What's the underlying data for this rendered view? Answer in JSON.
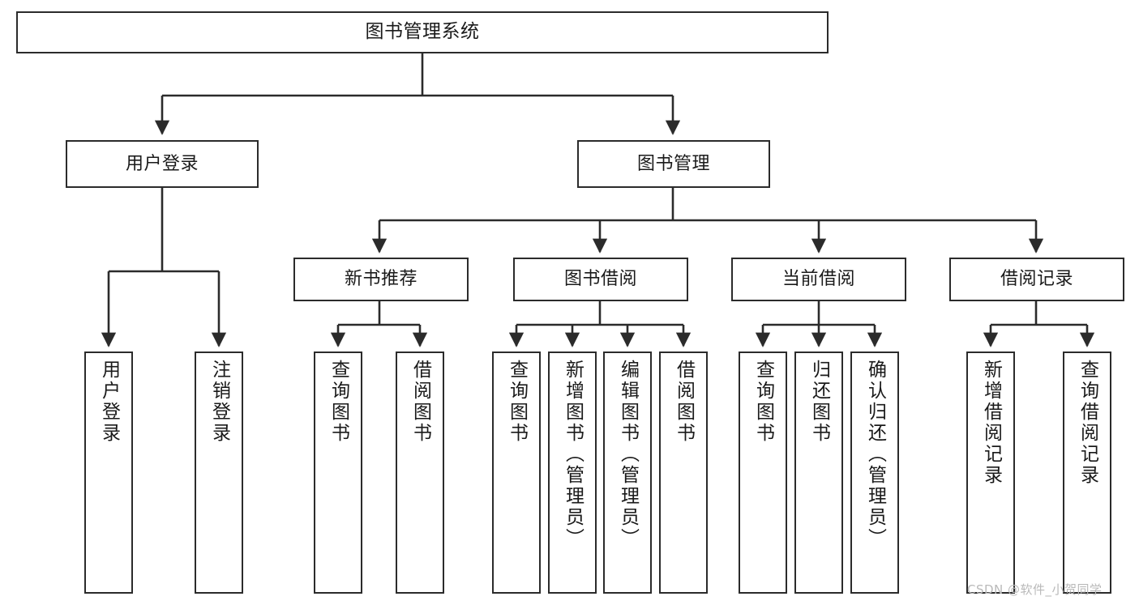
{
  "diagram": {
    "type": "tree-hierarchy-chart",
    "title_text": "图书管理系统",
    "orientation": "top-down",
    "colors": {
      "box_border": "#2b2b2b",
      "box_fill": "#ffffff",
      "connector": "#2b2b2b",
      "text": "#1a1a1a",
      "background": "#ffffff",
      "watermark": "#b9b9b9"
    }
  },
  "root": {
    "label": "图书管理系统"
  },
  "level1": [
    {
      "label": "用户登录"
    },
    {
      "label": "图书管理"
    }
  ],
  "level2": [
    {
      "label": "新书推荐"
    },
    {
      "label": "图书借阅"
    },
    {
      "label": "当前借阅"
    },
    {
      "label": "借阅记录"
    }
  ],
  "leaves": {
    "user_login": [
      {
        "label": "用户登录"
      },
      {
        "label": "注销登录"
      }
    ],
    "new_book_recommend": [
      {
        "label": "查询图书"
      },
      {
        "label": "借阅图书"
      }
    ],
    "book_borrow": [
      {
        "label": "查询图书"
      },
      {
        "label": "新增图书（管理员）"
      },
      {
        "label": "编辑图书（管理员）"
      },
      {
        "label": "借阅图书"
      }
    ],
    "current_borrow": [
      {
        "label": "查询图书"
      },
      {
        "label": "归还图书"
      },
      {
        "label": "确认归还（管理员）"
      }
    ],
    "borrow_record": [
      {
        "label": "新增借阅记录"
      },
      {
        "label": "查询借阅记录"
      }
    ]
  },
  "watermark": {
    "text": "CSDN @软件_小贺同学"
  }
}
